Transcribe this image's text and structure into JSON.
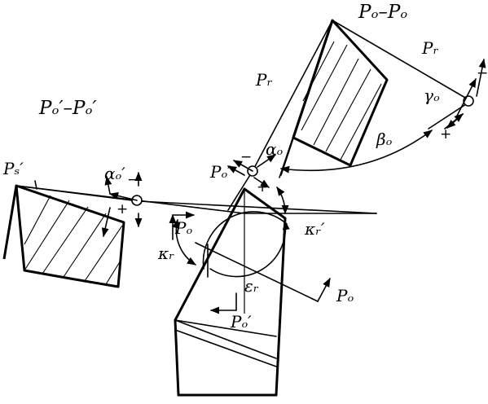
{
  "labels": {
    "section_oo_title": "Pₒ–Pₒ",
    "section_oo_prime_title": "Pₒ′–Pₒ′",
    "pr_upper": "Pᵣ",
    "pr_left": "Pᵣ",
    "gamma_o": "γₒ",
    "beta_o": "βₒ",
    "alpha_o": "αₒ",
    "alpha_o_prime": "αₒ′",
    "ps_prime": "Pₛ′",
    "po_prime_point": "Pₒ′",
    "po_left": "Pₒ",
    "po_right": "Pₒ",
    "po_prime_bottom": "Pₒ′",
    "kappa_r": "κᵣ",
    "kappa_r_prime": "κᵣ′",
    "epsilon_r": "εᵣ"
  },
  "signs": {
    "plus": "+",
    "minus": "−"
  }
}
